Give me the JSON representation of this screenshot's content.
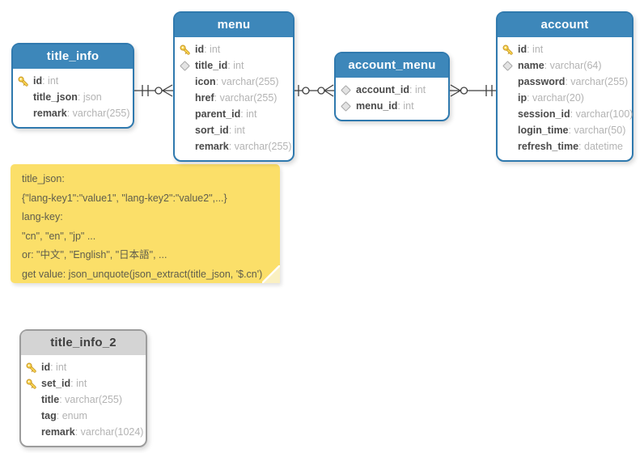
{
  "colors": {
    "table_header_blue": "#3d87ba",
    "table_border_blue": "#2f79ae",
    "table_header_gray": "#d4d4d4",
    "table_border_gray": "#9c9c9c",
    "field_name_text": "#4a4a4a",
    "field_type_text": "#b3b3b3",
    "note_background": "#fbdf69",
    "note_text": "#5f5d4c",
    "connector_line": "#3f3f3f",
    "key_icon_gold": "#f9d44c"
  },
  "tables": [
    {
      "id": "title_info",
      "title": "title_info",
      "variant": "blue",
      "fields": [
        {
          "icon": "key",
          "name": "id",
          "type": "int"
        },
        {
          "icon": "none",
          "name": "title_json",
          "type": "json"
        },
        {
          "icon": "none",
          "name": "remark",
          "type": "varchar(255)"
        }
      ]
    },
    {
      "id": "menu",
      "title": "menu",
      "variant": "blue",
      "fields": [
        {
          "icon": "key",
          "name": "id",
          "type": "int"
        },
        {
          "icon": "diamond",
          "name": "title_id",
          "type": "int"
        },
        {
          "icon": "none",
          "name": "icon",
          "type": "varchar(255)"
        },
        {
          "icon": "none",
          "name": "href",
          "type": "varchar(255)"
        },
        {
          "icon": "none",
          "name": "parent_id",
          "type": "int"
        },
        {
          "icon": "none",
          "name": "sort_id",
          "type": "int"
        },
        {
          "icon": "none",
          "name": "remark",
          "type": "varchar(255)"
        }
      ]
    },
    {
      "id": "account_menu",
      "title": "account_menu",
      "variant": "blue",
      "fields": [
        {
          "icon": "diamond",
          "name": "account_id",
          "type": "int"
        },
        {
          "icon": "diamond",
          "name": "menu_id",
          "type": "int"
        }
      ]
    },
    {
      "id": "account",
      "title": "account",
      "variant": "blue",
      "fields": [
        {
          "icon": "key",
          "name": "id",
          "type": "int"
        },
        {
          "icon": "diamond",
          "name": "name",
          "type": "varchar(64)"
        },
        {
          "icon": "none",
          "name": "password",
          "type": "varchar(255)"
        },
        {
          "icon": "none",
          "name": "ip",
          "type": "varchar(20)"
        },
        {
          "icon": "none",
          "name": "session_id",
          "type": "varchar(100)"
        },
        {
          "icon": "none",
          "name": "login_time",
          "type": "varchar(50)"
        },
        {
          "icon": "none",
          "name": "refresh_time",
          "type": "datetime"
        }
      ]
    },
    {
      "id": "title_info_2",
      "title": "title_info_2",
      "variant": "gray",
      "fields": [
        {
          "icon": "key",
          "name": "id",
          "type": "int"
        },
        {
          "icon": "key",
          "name": "set_id",
          "type": "int"
        },
        {
          "icon": "none",
          "name": "title",
          "type": "varchar(255)"
        },
        {
          "icon": "none",
          "name": "tag",
          "type": "enum"
        },
        {
          "icon": "none",
          "name": "remark",
          "type": "varchar(1024)"
        }
      ]
    }
  ],
  "relationships": [
    {
      "from": "title_info",
      "to": "menu",
      "from_cardinality": "exactly-one",
      "to_cardinality": "zero-or-many"
    },
    {
      "from": "menu",
      "to": "account_menu",
      "from_cardinality": "zero-or-one",
      "to_cardinality": "zero-or-many"
    },
    {
      "from": "account_menu",
      "to": "account",
      "from_cardinality": "zero-or-many",
      "to_cardinality": "exactly-one"
    }
  ],
  "note": {
    "lines": [
      "title_json:",
      "{\"lang-key1\":\"value1\", \"lang-key2\":\"value2\",...}",
      "lang-key:",
      "\"cn\", \"en\", \"jp\" ...",
      "or: \"中文\", \"English\", \"日本語\", ...",
      "get value: json_unquote(json_extract(title_json, '$.cn')"
    ]
  }
}
